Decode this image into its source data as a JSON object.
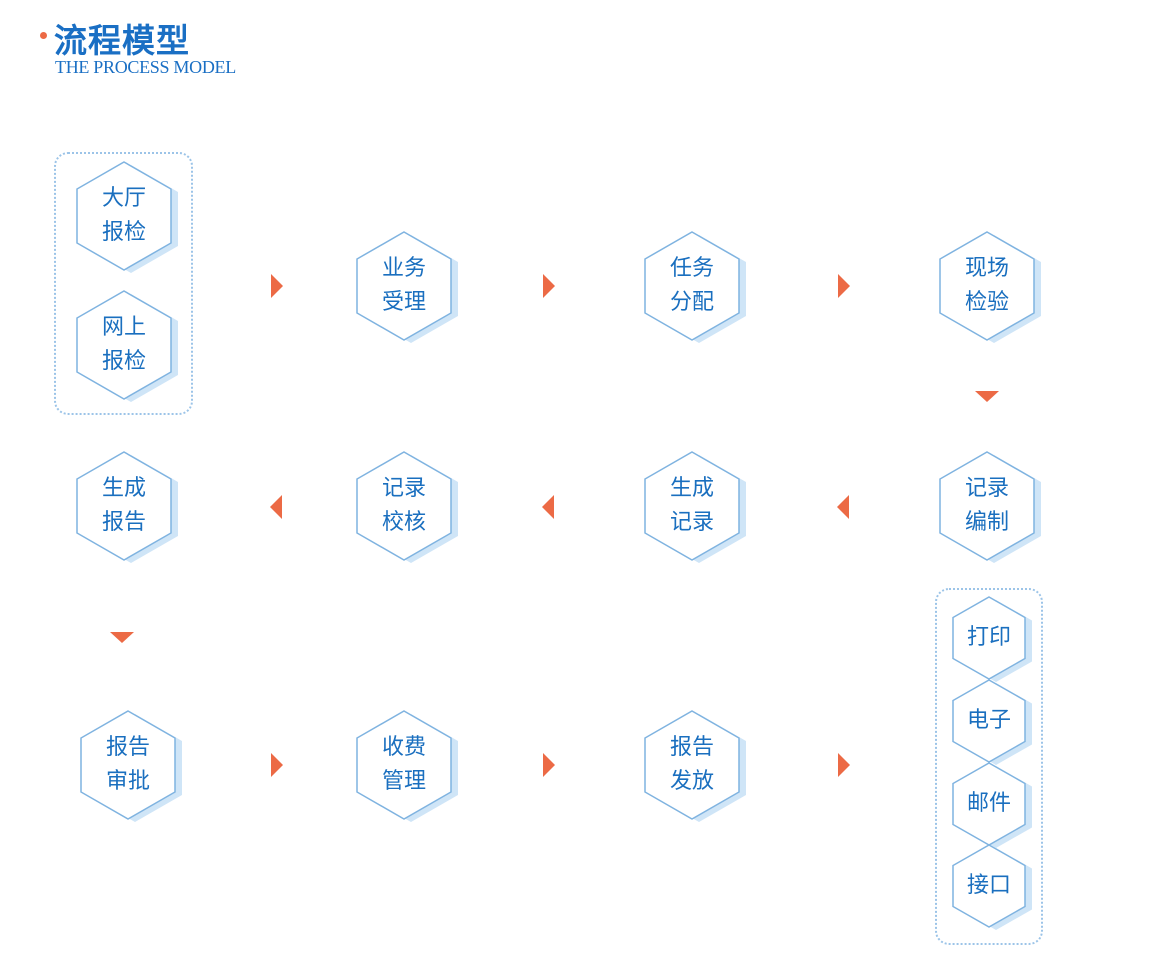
{
  "header": {
    "title": "流程模型",
    "subtitle": "THE PROCESS MODEL"
  },
  "nodes": [
    {
      "id": "hall-inspection",
      "lines": [
        "大厅",
        "报检"
      ]
    },
    {
      "id": "online-inspection",
      "lines": [
        "网上",
        "报检"
      ]
    },
    {
      "id": "business-acceptance",
      "lines": [
        "业务",
        "受理"
      ]
    },
    {
      "id": "task-assignment",
      "lines": [
        "任务",
        "分配"
      ]
    },
    {
      "id": "site-inspection",
      "lines": [
        "现场",
        "检验"
      ]
    },
    {
      "id": "record-editing",
      "lines": [
        "记录",
        "编制"
      ]
    },
    {
      "id": "generate-record",
      "lines": [
        "生成",
        "记录"
      ]
    },
    {
      "id": "record-review",
      "lines": [
        "记录",
        "校核"
      ]
    },
    {
      "id": "generate-report",
      "lines": [
        "生成",
        "报告"
      ]
    },
    {
      "id": "report-approval",
      "lines": [
        "报告",
        "审批"
      ]
    },
    {
      "id": "fee-management",
      "lines": [
        "收费",
        "管理"
      ]
    },
    {
      "id": "report-issuance",
      "lines": [
        "报告",
        "发放"
      ]
    },
    {
      "id": "print",
      "lines": [
        "打印"
      ]
    },
    {
      "id": "electronic",
      "lines": [
        "电子"
      ]
    },
    {
      "id": "email",
      "lines": [
        "邮件"
      ]
    },
    {
      "id": "interface",
      "lines": [
        "接口"
      ]
    }
  ],
  "colors": {
    "accent": "#ec6a45",
    "primary": "#1a6fbf",
    "hex_stroke": "#7fb3e0",
    "hex_shadow": "#cfe5f7"
  }
}
